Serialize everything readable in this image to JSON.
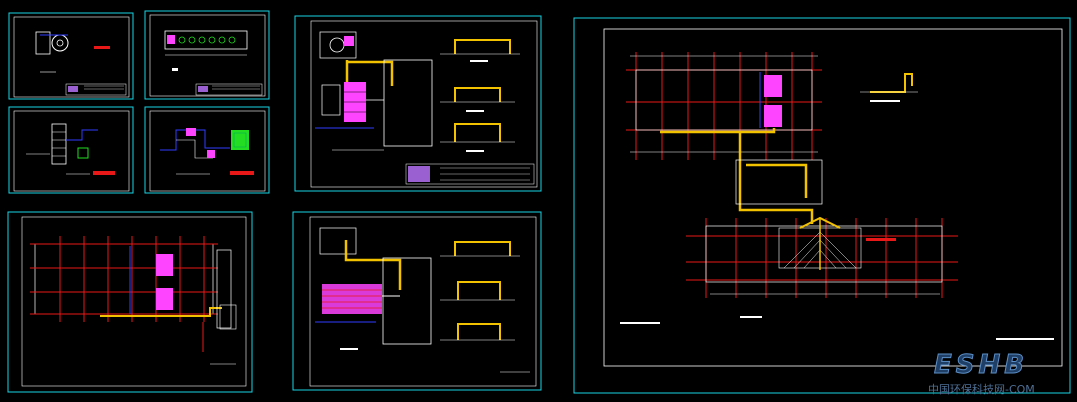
{
  "image": {
    "description_free": true
  },
  "sheets": [
    {
      "id": "sheet-1",
      "title_block": true
    },
    {
      "id": "sheet-2",
      "title_block": true
    },
    {
      "id": "sheet-3",
      "title_block": true
    },
    {
      "id": "sheet-4",
      "title_block": true
    },
    {
      "id": "sheet-5",
      "title_block": true
    },
    {
      "id": "sheet-6",
      "title_block": true
    },
    {
      "id": "sheet-7",
      "title_block": true
    },
    {
      "id": "sheet-8",
      "title_block": true
    }
  ],
  "colors": {
    "background": "#000000",
    "frame": "#19d3e6",
    "inner_border": "#ffffff",
    "grid_red": "#e81818",
    "duct_yellow": "#f2c200",
    "equipment_magenta": "#ff44ff",
    "blue_line": "#2f3cff",
    "green": "#22dd22",
    "cyan_text": "#19d3e6"
  },
  "watermark": {
    "brand": "ESHB",
    "subtitle": "中国环保科技网-COM"
  }
}
